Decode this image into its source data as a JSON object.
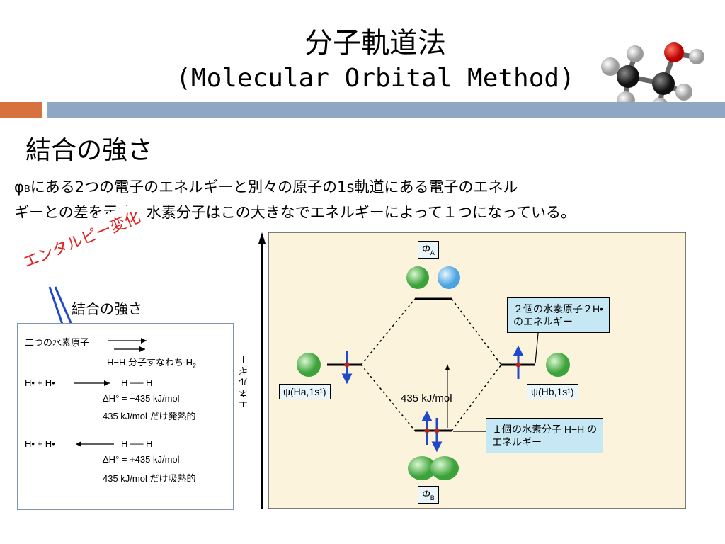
{
  "title": {
    "line1": "分子軌道法",
    "line2": "(Molecular Orbital Method)"
  },
  "icon": "ethanol-molecule-model",
  "heading": "結合の強さ",
  "paragraph": {
    "phi": "φ",
    "sub": "B",
    "rest1": "にある2つの電子のエネルギーと別々の原子の1s軌道にある電子のエネル",
    "line2": "ギーとの差を示す。水素分子はこの大きなでエネルギーによって１つになっている。"
  },
  "annotations": {
    "enthalpy": "エンタルピー変化",
    "bond_strength": "結合の強さ"
  },
  "left_box": {
    "two_atoms": "二つの水素原子",
    "hh_molecule": "H−H 分子すなわち H",
    "hh_sub": "2",
    "eq1_left": "H•  +  H•",
    "eq1_right": "H ── H",
    "dh1": "ΔH° = −435 kJ/mol",
    "heat1": "435 kJ/mol だけ発熱的",
    "eq2_left": "H•  +  H•",
    "eq2_right": "H ── H",
    "dh2": "ΔH° = +435 kJ/mol",
    "heat2": "435 kJ/mol だけ吸熱的"
  },
  "diagram": {
    "phi_a": "Φ",
    "phi_a_sub": "A",
    "phi_b": "Φ",
    "phi_b_sub": "B",
    "energy_axis": "エネルギー",
    "psi_a": "ψ(Ha,1s¹)",
    "psi_b": "ψ(Hb,1s¹)",
    "gap": "435 kJ/mol",
    "callout_atoms": "２個の水素原子２H•\nのエネルギー",
    "callout_molecule": "１個の水素分子 H−H の\nエネルギー"
  },
  "colors": {
    "accent_orange": "#d9713f",
    "accent_blue": "#8fa7c3",
    "panel_bg": "#fbf3dc",
    "arrow_blue": "#1f49c9",
    "enthalpy_red": "#e02020"
  }
}
